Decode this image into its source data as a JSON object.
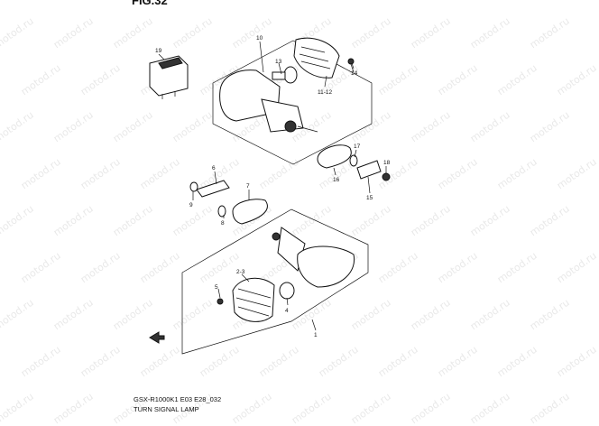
{
  "figure": {
    "number": "FIG.32"
  },
  "caption": {
    "code": "GSX-R1000K1 E03 E28_032",
    "title": "TURN SIGNAL LAMP"
  },
  "watermark": "motod.ru",
  "callouts": [
    "19",
    "10",
    "13",
    "14",
    "11-12",
    "6",
    "7",
    "9",
    "8",
    "17",
    "18",
    "16",
    "15",
    "2-3",
    "5",
    "4",
    "1"
  ]
}
